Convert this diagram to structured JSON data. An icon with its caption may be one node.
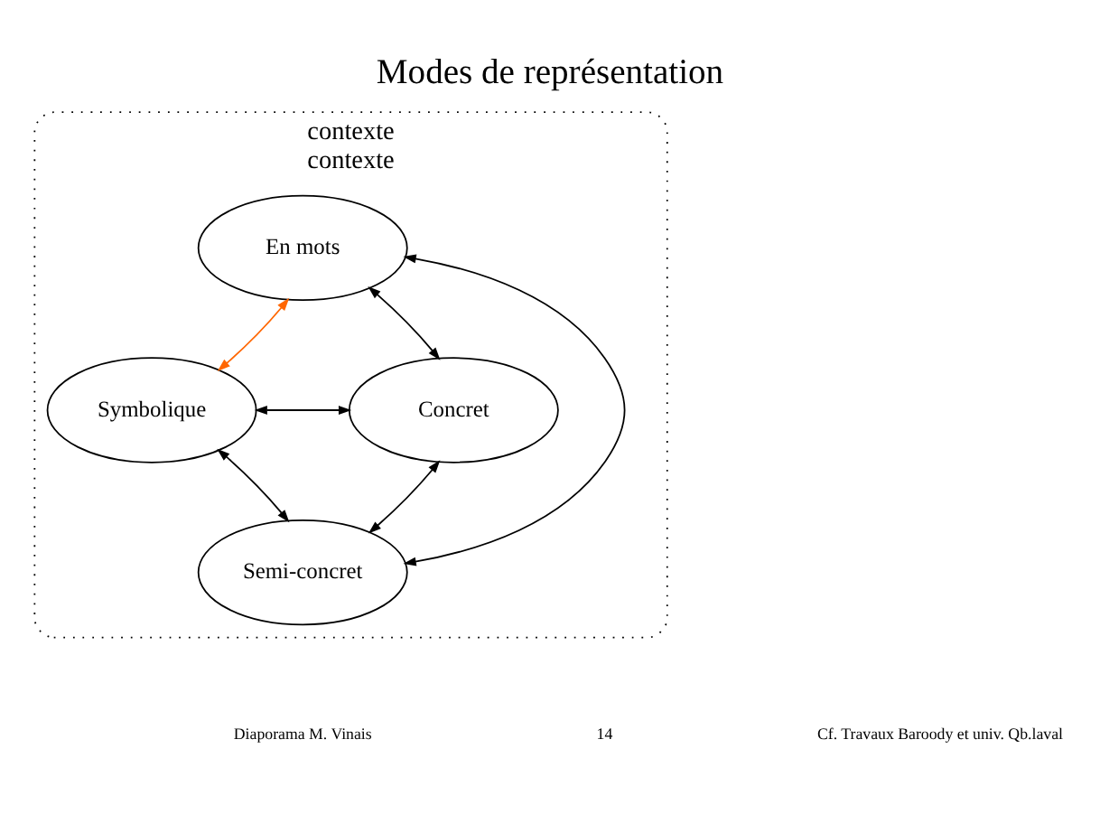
{
  "diagram": {
    "title": "Modes de représentation",
    "nodes": [
      {
        "text": [
          "contexte",
          "contexte"
        ]
      },
      {
        "text": [
          "En mots"
        ],
        "in": 0
      },
      {
        "text": [
          "Symbolique"
        ],
        "in": 0
      },
      {
        "text": [
          "Concret"
        ],
        "in": 0
      },
      {
        "text": [
          "Semi-concret"
        ],
        "in": 0
      }
    ],
    "edges": [
      {
        "from": 2,
        "to": 1,
        "arrow": "both",
        "color": "#ff6600"
      },
      {
        "from": 1,
        "to": 3,
        "arrow": "both"
      },
      {
        "from": 1,
        "to": 4,
        "arrow": "both"
      },
      {
        "from": 2,
        "to": 3,
        "arrow": "both"
      },
      {
        "from": 2,
        "to": 4,
        "arrow": "both"
      },
      {
        "from": 4,
        "to": 3,
        "arrow": "both"
      }
    ],
    "labels": [
      "Diaporama M. Vinais",
      "14",
      "Cf. Travaux Baroody et univ. Qb.laval"
    ]
  }
}
